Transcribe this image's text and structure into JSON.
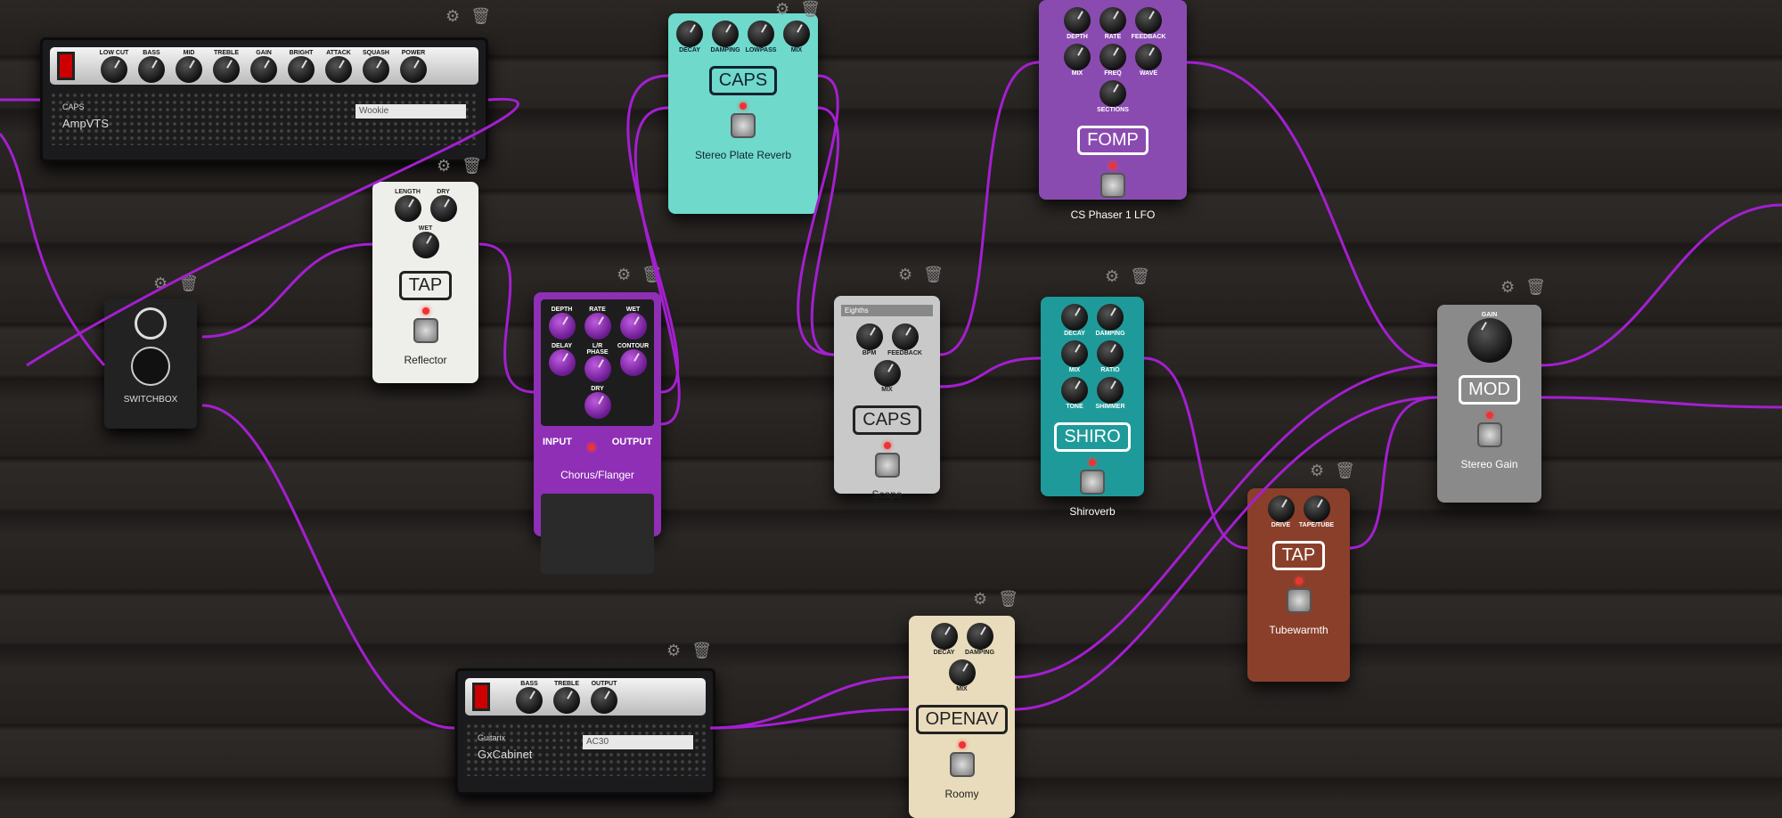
{
  "colors": {
    "cable": "#a41fd0",
    "background": "#2a2624"
  },
  "plugins": [
    {
      "id": "ampvts",
      "type": "amp",
      "brand": "CAPS",
      "name": "AmpVTS",
      "preset": "Wookie",
      "knobs": [
        "LOW CUT",
        "BASS",
        "MID",
        "TREBLE",
        "GAIN",
        "BRIGHT",
        "ATTACK",
        "SQUASH",
        "POWER"
      ]
    },
    {
      "id": "gxcabinet",
      "type": "amp",
      "brand": "Guitarix",
      "name": "GxCabinet",
      "preset": "AC30",
      "knobs": [
        "BASS",
        "TREBLE",
        "OUTPUT"
      ]
    },
    {
      "id": "switchbox",
      "type": "switchbox",
      "name": "SWITCHBOX"
    },
    {
      "id": "reflector",
      "type": "pedal",
      "brand": "TAP",
      "name": "Reflector",
      "color": "#eeeeea",
      "text": "#222",
      "knobs": [
        "LENGTH",
        "DRY",
        "WET"
      ]
    },
    {
      "id": "chorus",
      "type": "pedal",
      "brand": "",
      "name": "Chorus/Flanger",
      "color": "#8e2fb5",
      "text": "#fff",
      "knobs": [
        "DEPTH",
        "RATE",
        "WET",
        "DELAY",
        "L/R PHASE",
        "CONTOUR",
        "DRY"
      ],
      "input_label": "INPUT",
      "output_label": "OUTPUT"
    },
    {
      "id": "platereverb",
      "type": "pedal",
      "brand": "CAPS",
      "name": "Stereo Plate Reverb",
      "color": "#6fd9cc",
      "text": "#123",
      "knobs": [
        "DECAY",
        "DAMPING",
        "LOWPASS",
        "MIX"
      ]
    },
    {
      "id": "scape",
      "type": "pedal",
      "brand": "CAPS",
      "name": "Scape",
      "color": "#c9c9c9",
      "text": "#222",
      "select": "Eighths",
      "knobs": [
        "BPM",
        "FEEDBACK",
        "MIX"
      ]
    },
    {
      "id": "phaser",
      "type": "pedal",
      "brand": "FOMP",
      "name": "CS Phaser 1 LFO",
      "color": "#8a4bb0",
      "text": "#fff",
      "knobs": [
        "DEPTH",
        "RATE",
        "FEEDBACK",
        "MIX",
        "FREQ",
        "WAVE",
        "SECTIONS"
      ]
    },
    {
      "id": "shiroverb",
      "type": "pedal",
      "brand": "SHIRO",
      "name": "Shiroverb",
      "color": "#1f9a9a",
      "text": "#fff",
      "knobs": [
        "DECAY",
        "DAMPING",
        "MIX",
        "RATIO",
        "TONE",
        "SHIMMER"
      ]
    },
    {
      "id": "stereogain",
      "type": "pedal",
      "brand": "MOD",
      "name": "Stereo Gain",
      "color": "#8a8a8a",
      "text": "#fff",
      "knobs": [
        "GAIN"
      ]
    },
    {
      "id": "tubewarmth",
      "type": "pedal",
      "brand": "TAP",
      "name": "Tubewarmth",
      "color": "#8a3f2a",
      "text": "#fff",
      "knobs": [
        "DRIVE",
        "TAPE/TUBE"
      ]
    },
    {
      "id": "roomy",
      "type": "pedal",
      "brand": "OPENAV",
      "name": "Roomy",
      "color": "#e9dcbc",
      "text": "#222",
      "knobs": [
        "DECAY",
        "DAMPING",
        "MIX"
      ]
    }
  ]
}
